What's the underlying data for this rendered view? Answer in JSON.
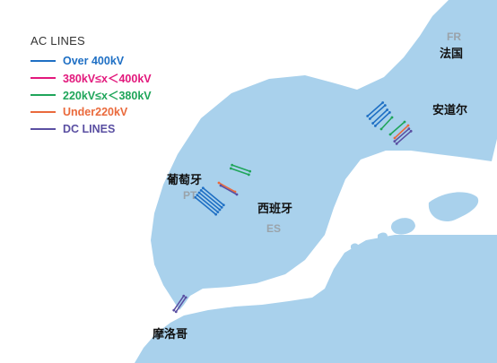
{
  "colors": {
    "land": "#a9d1ec",
    "background": "#ffffff"
  },
  "legend": {
    "title": "AC LINES",
    "items": [
      {
        "label": "Over 400kV",
        "color": "#1e6fc4"
      },
      {
        "label": "380kV≤x＜400kV",
        "color": "#e2187c"
      },
      {
        "label": "220kV≤x＜380kV",
        "color": "#1fa55a"
      },
      {
        "label": "Under220kV",
        "color": "#ea6a3c"
      },
      {
        "label": "DC LINES",
        "color": "#5a4fa2"
      }
    ]
  },
  "places": {
    "france": {
      "name": "法国",
      "code": "FR"
    },
    "andorra": {
      "name": "安道尔"
    },
    "portugal": {
      "name": "葡萄牙",
      "code": "PT"
    },
    "spain": {
      "name": "西班牙",
      "code": "ES"
    },
    "morocco": {
      "name": "摩洛哥"
    }
  }
}
